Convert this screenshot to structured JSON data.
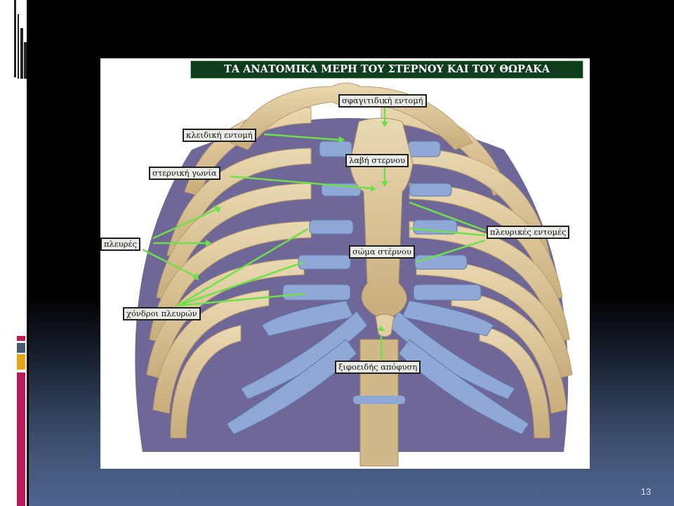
{
  "title": "ΤΑ ΑΝΑΤΟΜΙΚΑ ΜΕΡΗ ΤΟΥ ΣΤΕΡΝΟΥ ΚΑΙ ΤΟΥ ΘΩΡΑΚΑ",
  "labels": {
    "jugular_notch": "σφαγιτιδική εντομή",
    "clavicular_notch": "κλειδική εντομή",
    "manubrium": "λαβή στερνου",
    "sternal_angle": "στερνική γωνία",
    "ribs": "πλευρές",
    "costal_notches": "πλευρικές εντομές",
    "sternum_body": "σώμα στέρνου",
    "costal_cartilages": "χόνδροι πλευρών",
    "xiphoid": "ξιφοειδής απόφυση"
  },
  "page_number": "13",
  "colors": {
    "banner": "#0e3d1e",
    "bone": "#d9c49b",
    "cartilage": "#8fa8d6",
    "arrow": "#6ee04a",
    "background_top": "#000000",
    "background_bottom": "#506690"
  }
}
